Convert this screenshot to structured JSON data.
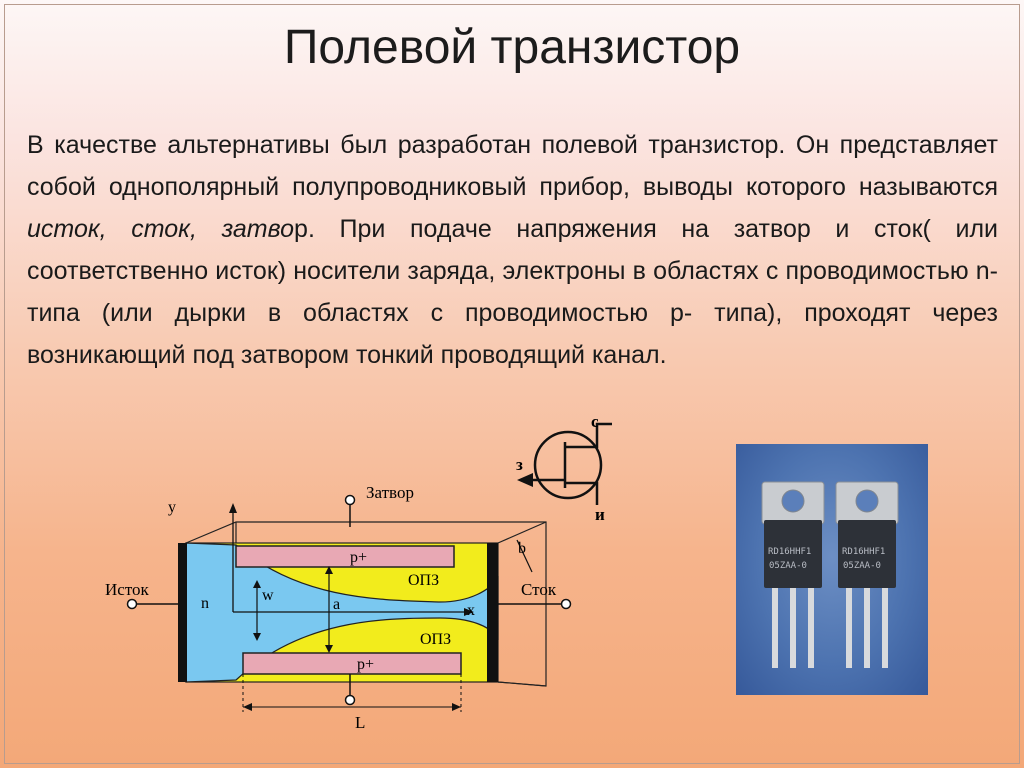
{
  "slide": {
    "title": "Полевой транзистор",
    "paragraph": {
      "part1": "В качестве альтернативы был разработан полевой транзистор.  Он представляет собой однополярный полупроводниковый прибор, выводы которого называются ",
      "terms": "исток, сток, затво",
      "part2": "р. При подаче напряжения на затвор и сток( или соответственно исток) носители заряда, электроны в областях с проводимостью n- типа (или дырки в областях с проводимостью p- типа), проходят через возникающий под затвором тонкий проводящий канал."
    }
  },
  "symbol": {
    "gate_label": "з",
    "drain_label": "с",
    "source_label": "и"
  },
  "diagram": {
    "axis_y": "y",
    "axis_x": "x",
    "gate_label": "Затвор",
    "source_label": "Исток",
    "drain_label": "Сток",
    "p_top": "p+",
    "p_bottom": "p+",
    "ops_top": "ОПЗ",
    "ops_bottom": "ОПЗ",
    "n_label": "n",
    "w_label": "w",
    "a_label": "a",
    "b_label": "b",
    "L_label": "L"
  },
  "photo": {
    "chip1_text": [
      "RD16HHF1",
      "05ZAA-0"
    ],
    "chip2_text": [
      "RD16HHF1",
      "05ZAA-0"
    ]
  },
  "colors": {
    "yellow_region": "#f2ec1c",
    "blue_channel": "#7ac8f0",
    "p_layer": "#e8a8b4",
    "photo_bg": "#4d73b0"
  }
}
